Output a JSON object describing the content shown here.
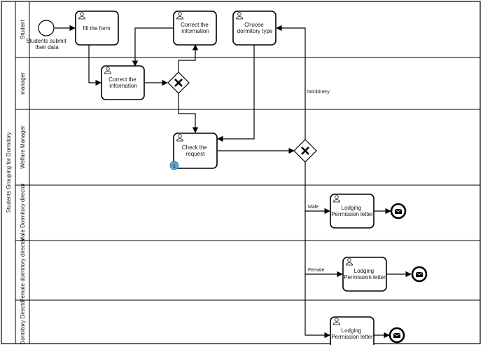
{
  "pool": {
    "label": "Students Grouping for Dormitory"
  },
  "lanes": [
    {
      "id": "lane-student",
      "label": "Student"
    },
    {
      "id": "lane-manager",
      "label": "manager"
    },
    {
      "id": "lane-welfare",
      "label": "Welfare Manager"
    },
    {
      "id": "lane-male",
      "label": "Male Dormitory director"
    },
    {
      "id": "lane-female",
      "label": "Female dormitory director"
    },
    {
      "id": "lane-dorm",
      "label": "Dormitory Director"
    }
  ],
  "start_event": {
    "label": [
      "Students submit",
      "their data"
    ]
  },
  "tasks": {
    "fill_form": {
      "label": [
        "fill the form"
      ]
    },
    "correct_info_student": {
      "label": [
        "Correct the",
        "information"
      ]
    },
    "choose_dorm": {
      "label": [
        "Choose",
        "dormitory type"
      ]
    },
    "correct_info_manager": {
      "label": [
        "Correct the",
        "information"
      ]
    },
    "check_request": {
      "label": [
        "Check the",
        "request"
      ],
      "badge": "1"
    },
    "lodging_male": {
      "label": [
        "Lodging",
        "Permission letter"
      ]
    },
    "lodging_female": {
      "label": [
        "Lodging",
        "Permission letter"
      ]
    },
    "lodging_dorm": {
      "label": [
        "Lodging",
        "Permission letter"
      ]
    }
  },
  "edge_labels": {
    "nonbinery": "Nonbinery",
    "male": "Male",
    "female": "Female"
  },
  "icons": {
    "user_task": "user-icon",
    "gateway": "exclusive-gateway-x-icon",
    "end_event": "message-end-event-icon"
  },
  "colors": {
    "stroke": "#000000",
    "badge": "#5ba3d0"
  }
}
